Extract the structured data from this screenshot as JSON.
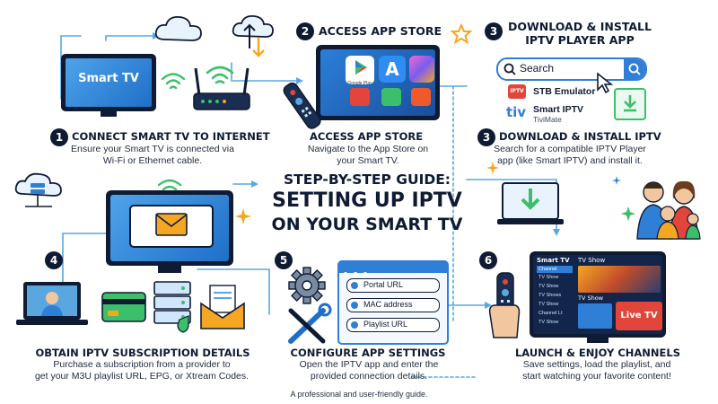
{
  "center": {
    "line1": "STEP-BY-STEP GUIDE:",
    "line2": "SETTING UP IPTV",
    "line3": "ON YOUR SMART TV"
  },
  "footer": "A professional and user-friendly guide.",
  "tv_label": "Smart TV",
  "step1": {
    "num": "1",
    "title": "CONNECT SMART TV TO INTERNET",
    "desc1": "Ensure your Smart TV is connected via",
    "desc2": "Wi-Fi or Ethernet cable."
  },
  "step2": {
    "num": "2",
    "header": "ACCESS APP STORE",
    "title": "ACCESS APP STORE",
    "desc1": "Navigate to the App Store on",
    "desc2": "your Smart TV.",
    "google_play": "Google Play"
  },
  "step3": {
    "num": "3",
    "header1": "DOWNLOAD & INSTALL",
    "header2": "IPTV PLAYER APP",
    "title": "DOWNLOAD & INSTALL IPTV",
    "desc1": "Search for a compatible IPTV Player",
    "desc2": "app (like Smart IPTV) and install it.",
    "search_placeholder": "Search",
    "app1": "STB Emulator",
    "app1_icon": "IPTV",
    "app2": "Smart IPTV",
    "app2_sub": "TiviMate",
    "app2_icon": "tiv"
  },
  "step4": {
    "num": "4",
    "title": "OBTAIN IPTV SUBSCRIPTION DETAILS",
    "desc1": "Purchase a subscription from a provider to",
    "desc2": "get your M3U playlist URL, EPG, or Xtream Codes."
  },
  "step5": {
    "num": "5",
    "title": "CONFIGURE APP SETTINGS",
    "desc1": "Open the IPTV app and enter the",
    "desc2": "provided connection details.",
    "fields": [
      "Portal URL",
      "MAC address",
      "Playlist URL"
    ]
  },
  "step6": {
    "num": "6",
    "title": "LAUNCH & ENJOY CHANNELS",
    "desc1": "Save settings, load the playlist, and",
    "desc2": "start watching your favorite content!",
    "tv_title": "Smart TV",
    "tv_show": "TV Show",
    "tv_show2": "TV Show",
    "live_tv": "Live TV",
    "channels": [
      "Channel",
      "TV Show",
      "TV Show",
      "TV Shows",
      "TV Show",
      "Channel Lt",
      "TV Show"
    ]
  },
  "colors": {
    "navy": "#0f1b33",
    "blue": "#2f7fd6",
    "lightblue": "#cfe6fb",
    "orange": "#f5a623",
    "green": "#3cbf6a",
    "red": "#e2453a"
  }
}
